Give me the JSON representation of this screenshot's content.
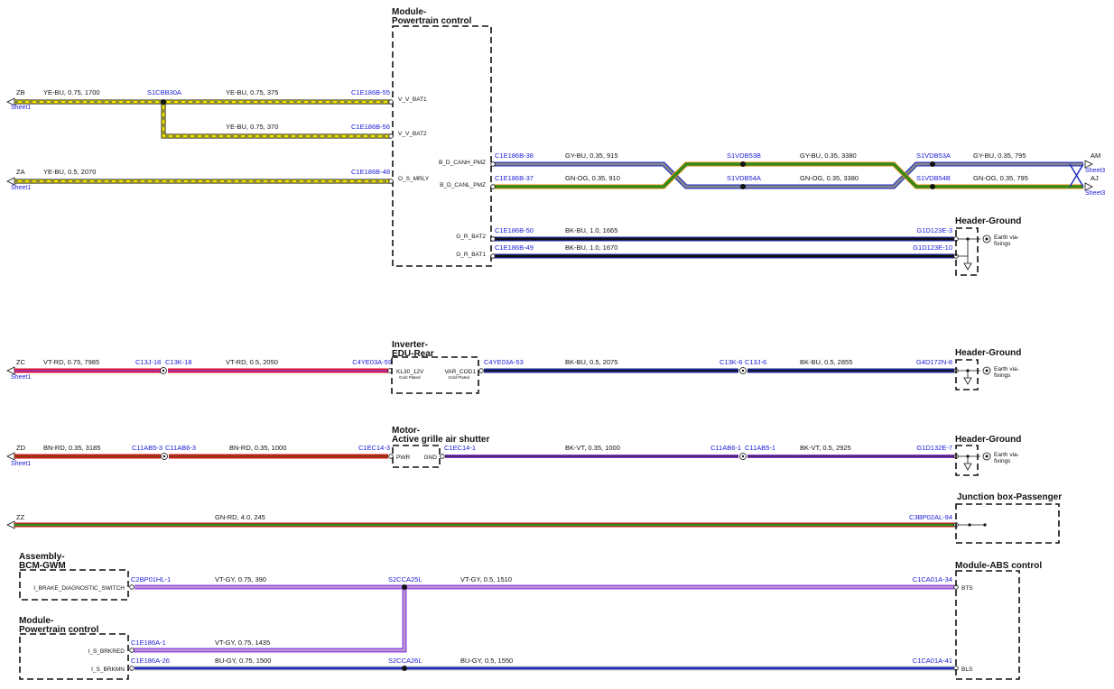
{
  "colors": {
    "YE-BU": [
      "#f2e600",
      "#1e2a8a"
    ],
    "GY-BU": [
      "#888888",
      "#2030c0"
    ],
    "GN-OG": [
      "#2f8a1f",
      "#e08a00"
    ],
    "BK-BU": [
      "#101010",
      "#1e2a9a"
    ],
    "VT-RD": [
      "#8a3fd0",
      "#e0102a"
    ],
    "BN-RD": [
      "#8a3c14",
      "#e0101e"
    ],
    "BK-VT": [
      "#101010",
      "#8a3fd0"
    ],
    "GN-RD": [
      "#1f9a1f",
      "#d01010"
    ],
    "VT-GY": [
      "#9a4fe0",
      "#c8c8c8"
    ],
    "BU-GY": [
      "#1e2abf",
      "#b8b8b8"
    ],
    "connector_text": "#1a1ad8"
  },
  "modules": {
    "pcm": {
      "title_l1": "Module-",
      "title_l2": "Powertrain control",
      "pins": {
        "vbat1": "V_V_BAT1",
        "vbat2": "V_V_BAT2",
        "mrly": "O_S_MRLY",
        "canh": "B_D_CANH_PMZ",
        "canl": "B_D_CANL_PMZ",
        "gbat2": "G_R_BAT2",
        "gbat1": "G_R_BAT1"
      }
    },
    "inverter": {
      "title_l1": "Inverter-",
      "title_l2": "EDU-Rear",
      "pin_l": "KL30_12V",
      "pin_l_sub": "Gold Plated",
      "pin_r": "VAR_COD1",
      "pin_r_sub": "Gold Plated"
    },
    "motor": {
      "title_l1": "Motor-",
      "title_l2": "Active grille air shutter",
      "pin_l": "PWR",
      "pin_r": "GND"
    },
    "bcm": {
      "title_l1": "Assembly-",
      "title_l2": "BCM-GWM",
      "pin": "I_BRAKE_DIAGNOSTIC_SWITCH"
    },
    "pcm2": {
      "title_l1": "Module-",
      "title_l2": "Powertrain control",
      "pin1": "I_S_BRKRED",
      "pin2": "I_S_BRKMN"
    },
    "abs": {
      "title": "Module-ABS control",
      "pin1": "BTS",
      "pin2": "BLS"
    },
    "jbox": {
      "title": "Junction box-Passenger"
    },
    "ground1": {
      "title": "Header-Ground",
      "earth_l1": "Earth via-",
      "earth_l2": "fixings"
    },
    "ground2": {
      "title": "Header-Ground",
      "earth_l1": "Earth via-",
      "earth_l2": "fixings"
    },
    "ground3": {
      "title": "Header-Ground",
      "earth_l1": "Earth via-",
      "earth_l2": "fixings"
    }
  },
  "offsheet": {
    "zb": {
      "id": "ZB",
      "sheet": "Sheet1"
    },
    "za": {
      "id": "ZA",
      "sheet": "Sheet1"
    },
    "zc": {
      "id": "ZC",
      "sheet": "Sheet1"
    },
    "zd": {
      "id": "ZD",
      "sheet": "Sheet1"
    },
    "zz": {
      "id": "ZZ"
    },
    "am": {
      "id": "AM",
      "sheet": "Sheet3"
    },
    "aj": {
      "id": "AJ",
      "sheet": "Sheet3"
    }
  },
  "splices": {
    "s1cbb30a": "S1CBB30A",
    "s1vdb53b": "S1VDB53B",
    "s1vdb54a": "S1VDB54A",
    "s1vdb53a": "S1VDB53A",
    "s1vdb54b": "S1VDB54B",
    "s2cca25l": "S2CCA25L",
    "s2cca26l": "S2CCA26L"
  },
  "connectors": {
    "c55": "C1E186B-55",
    "c56": "C1E186B-56",
    "c48": "C1E186B-48",
    "c38": "C1E186B-38",
    "c37": "C1E186B-37",
    "c50": "C1E186B-50",
    "c49": "C1E186B-49",
    "g3": "G1D123E-3",
    "g10": "G1D123E-10",
    "c13j18": "C13J-18",
    "c13k18": "C13K-18",
    "c4ye59": "C4YE03A-59",
    "c4ye53": "C4YE03A-53",
    "c13k6": "C13K-6",
    "c13j6": "C13J-6",
    "g4d": "G4D172N-8",
    "c11ab53": "C11AB5-3",
    "c11ab63": "C11AB6-3",
    "c1ec143": "C1EC14-3",
    "c1ec141": "C1EC14-1",
    "c11ab61": "C11AB6-1",
    "c11ab51": "C11AB5-1",
    "g1d132": "G1D132E-7",
    "c3bp": "C3BP02AL-94",
    "c2bp": "C2BP01HL-1",
    "c1ca34": "C1CA01A-34",
    "c1e186a1": "C1E186A-1",
    "c1e186a26": "C1E186A-26",
    "c1ca41": "C1CA01A-41"
  },
  "wires": {
    "w1": "YE-BU,  0.75,  1700",
    "w2": "YE-BU,  0.75,  375",
    "w3": "YE-BU,  0.75,  370",
    "w4": "YE-BU,  0.5,  2070",
    "w5": "GY-BU,  0.35,  915",
    "w6": "GY-BU,  0.35,  3380",
    "w7": "GY-BU,  0.35,  795",
    "w8": "GN-OG,  0.35,  910",
    "w9": "GN-OG,  0.35,  3380",
    "w10": "GN-OG,  0.35,  795",
    "w11": "BK-BU,  1.0,  1665",
    "w12": "BK-BU,  1.0,  1670",
    "w13": "VT-RD,  0.75,  7985",
    "w14": "VT-RD,  0.5,  2050",
    "w15": "BK-BU,  0.5,  2075",
    "w16": "BK-BU,  0.5,  2855",
    "w17": "BN-RD,  0.35,  3185",
    "w18": "BN-RD,  0.35,  1000",
    "w19": "BK-VT,  0.35,  1000",
    "w20": "BK-VT,  0.5,  2925",
    "w21": "GN-RD,  4.0,  245",
    "w22": "VT-GY,  0.75,  390",
    "w23": "VT-GY,  0.5,  1510",
    "w24": "VT-GY,  0.75,  1435",
    "w25": "BU-GY,  0.75,  1500",
    "w26": "BU-GY,  0.5,  1550"
  }
}
